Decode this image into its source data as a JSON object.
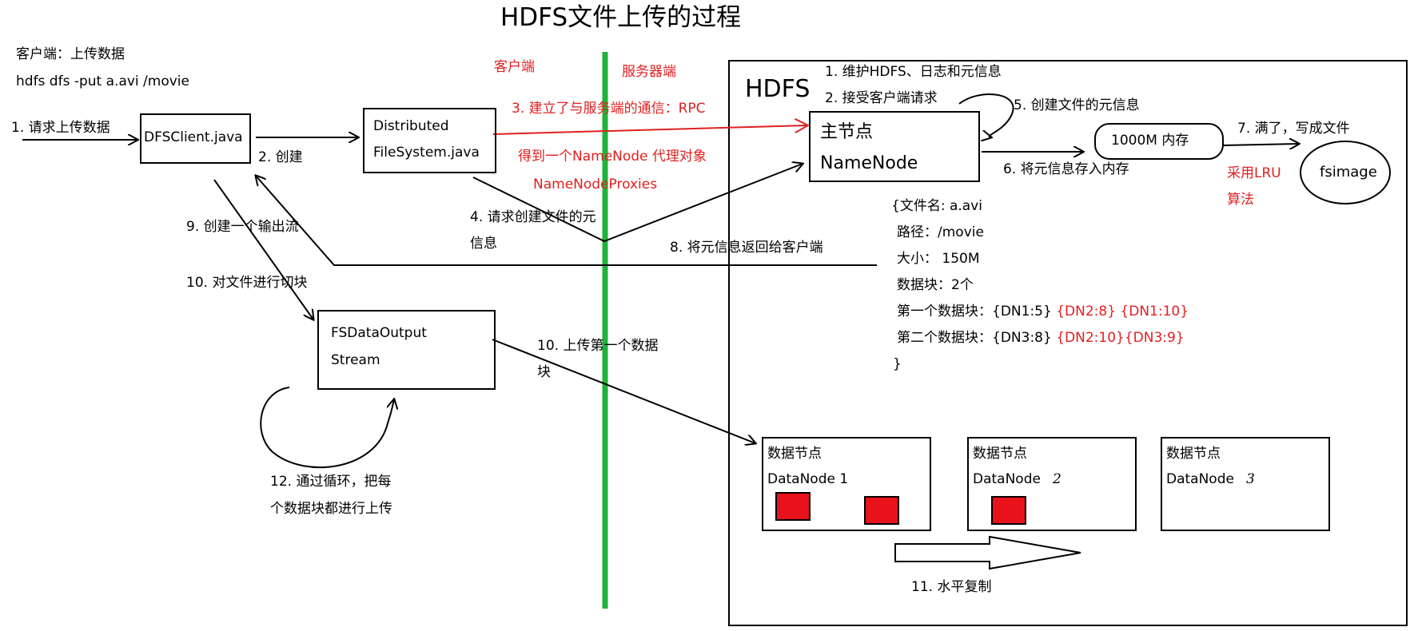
{
  "title": "HDFS文件上传的过程",
  "client_header": {
    "line1": "客户端：上传数据",
    "line2": "hdfs dfs -put a.avi /movie"
  },
  "zones": {
    "client": "客户端",
    "server": "服务器端"
  },
  "hdfs_label": "HDFS",
  "namenode_notes": {
    "n1": "1. 维护HDFS、日志和元信息",
    "n2": "2. 接受客户端请求"
  },
  "boxes": {
    "dfsclient": "DFSClient.java",
    "distributed_fs": {
      "line1": "Distributed",
      "line2": "FileSystem.java"
    },
    "namenode": {
      "line1": "主节点",
      "line2": "NameNode"
    },
    "memory": "1000M 内存",
    "fsimage": "fsimage",
    "fsdataoutput": {
      "line1": "FSDataOutput",
      "line2": "Stream"
    },
    "datanodes": [
      {
        "label": "数据节点",
        "name": "DataNode 1"
      },
      {
        "label": "数据节点",
        "name": "DataNode",
        "mark": "2"
      },
      {
        "label": "数据节点",
        "name": "DataNode",
        "mark": "3"
      }
    ]
  },
  "steps": {
    "s1": "1. 请求上传数据",
    "s2": "2. 创建",
    "s3": "3. 建立了与服务端的通信：RPC",
    "s3b": "得到一个NameNode 代理对象",
    "s3c": "NameNodeProxies",
    "s4a": "4. 请求创建文件的元",
    "s4b": "信息",
    "s5": "5. 创建文件的元信息",
    "s6": "6. 将元信息存入内存",
    "s7": "7. 满了，写成文件",
    "s7b": "采用LRU",
    "s7c": "算法",
    "s8": "8. 将元信息返回给客户端",
    "s9": "9. 创建一个输出流",
    "s10a": "10. 对文件进行切块",
    "s10b1": "10. 上传第一个数据",
    "s10b2": "块",
    "s11": "11. 水平复制",
    "s12a": "12. 通过循环，把每",
    "s12b": "个数据块都进行上传"
  },
  "metadata": {
    "filename": "{文件名: a.avi",
    "path": "路径：/movie",
    "size": "大小：  150M",
    "blocks": "数据块：2个",
    "block1_label": "第一个数据块：{DN1:5}",
    "block1_red": "{DN2:8} {DN1:10}",
    "block2_label": "第二个数据块：{DN3:8}",
    "block2_red": "{DN2:10}{DN3:9}",
    "close": "}"
  },
  "colors": {
    "red": "#e02020",
    "green": "#1fb33a",
    "block_red": "#e8131a",
    "ink": "#000000"
  }
}
